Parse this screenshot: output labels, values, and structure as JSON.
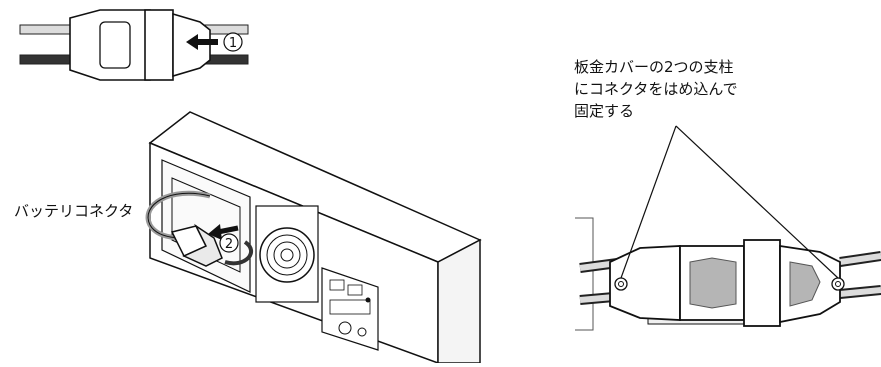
{
  "labels": {
    "battery_connector": "バッテリコネクタ",
    "fix_line1": "板金カバーの2つの支柱",
    "fix_line2": "にコネクタをはめ込んで",
    "fix_line3": "固定する"
  },
  "steps": [
    "1",
    "2"
  ],
  "colors": {
    "line": "#1a1a1a",
    "cable_light": "#d9d9d9",
    "cable_dark": "#3a3a3a",
    "fill_white": "#ffffff",
    "fill_gray": "#eaeaea",
    "mesh": "#b5b5b5"
  }
}
